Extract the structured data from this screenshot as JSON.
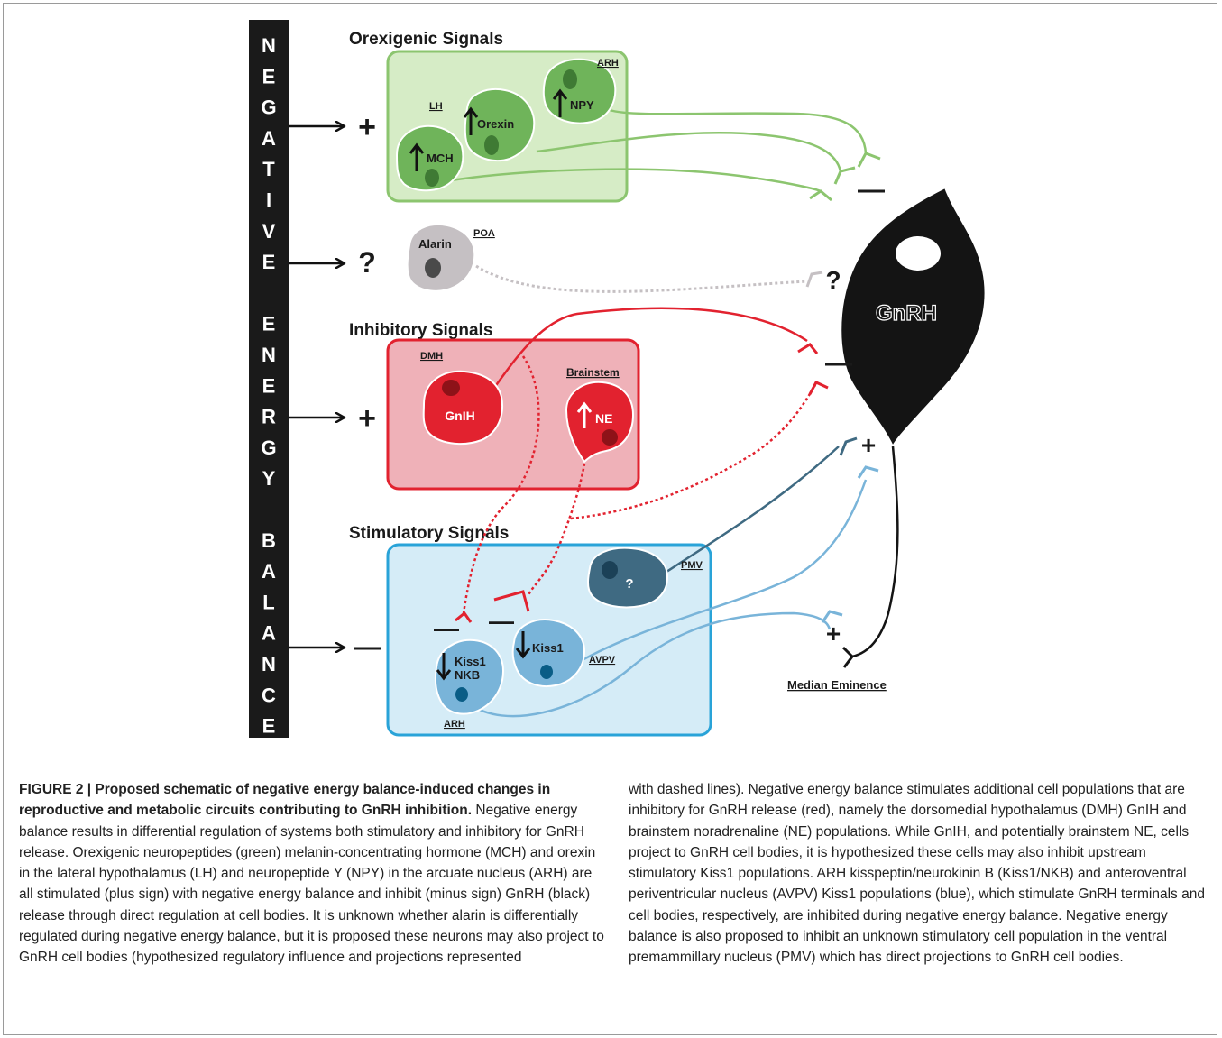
{
  "sidebar_letters": [
    "N",
    "E",
    "G",
    "A",
    "T",
    "I",
    "V",
    "E",
    "",
    "E",
    "N",
    "E",
    "R",
    "G",
    "Y",
    "",
    "B",
    "A",
    "L",
    "A",
    "N",
    "C",
    "E"
  ],
  "groups": {
    "orexigenic": "Orexigenic Signals",
    "inhibitory": "Inhibitory Signals",
    "stimulatory": "Stimulatory Signals"
  },
  "regions": {
    "lh": "LH",
    "arh_top": "ARH",
    "poa": "POA",
    "dmh": "DMH",
    "brainstem": "Brainstem",
    "pmv": "PMV",
    "avpv": "AVPV",
    "arh_bottom": "ARH",
    "median_eminence": "Median Eminence"
  },
  "cells": {
    "mch": "MCH",
    "orexin": "Orexin",
    "npy": "NPY",
    "alarin": "Alarin",
    "gnih": "GnIH",
    "ne": "NE",
    "unknown": "?",
    "kiss1_avpv": "Kiss1",
    "kiss1_arh_line1": "Kiss1",
    "kiss1_arh_line2": "NKB",
    "gnrh": "GnRH"
  },
  "signs": {
    "orexigenic_input": "+",
    "alarin_input": "?",
    "inhibitory_input": "+",
    "stimulatory_input": "—",
    "orexigenic_to_gnrh": "—",
    "alarin_to_gnrh": "?",
    "inhibitory_to_gnrh": "—",
    "pmv_to_gnrh": "+",
    "arh_to_me": "+",
    "inhib_on_arh_kiss": "—",
    "inhib_on_avpv_kiss": "—"
  },
  "colors": {
    "green_fill": "#d6ecc6",
    "green_border": "#8cc56f",
    "green_cell": "#6fb45a",
    "red_fill": "#efb1b8",
    "red_border": "#e2222f",
    "red_cell": "#e2222f",
    "blue_fill": "#d5ecf7",
    "blue_border": "#29a3d8",
    "blue_cell": "#79b4d9",
    "pmv_cell": "#3f6a82",
    "gray_cell": "#c5c0c3",
    "gnrh": "#141414"
  },
  "caption": {
    "figure_label": "FIGURE 2 | Proposed schematic of negative energy balance-induced changes in reproductive and metabolic circuits contributing to GnRH inhibition.",
    "left_text": "Negative energy balance results in differential regulation of systems both stimulatory and inhibitory for GnRH release. Orexigenic neuropeptides (green) melanin-concentrating hormone (MCH) and orexin in the lateral hypothalamus (LH) and neuropeptide Y (NPY) in the arcuate nucleus (ARH) are all stimulated (plus sign) with negative energy balance and inhibit (minus sign) GnRH (black) release through direct regulation at cell bodies. It is unknown whether alarin is differentially regulated during negative energy balance, but it is proposed these neurons may also project to GnRH cell bodies (hypothesized regulatory influence and projections represented",
    "right_text": "with dashed lines). Negative energy balance stimulates additional cell populations that are inhibitory for GnRH release (red), namely the dorsomedial hypothalamus (DMH) GnIH and brainstem noradrenaline (NE) populations. While GnIH, and potentially brainstem NE, cells project to GnRH cell bodies, it is hypothesized these cells may also inhibit upstream stimulatory Kiss1 populations. ARH kisspeptin/neurokinin B (Kiss1/NKB) and anteroventral periventricular nucleus (AVPV) Kiss1 populations (blue), which stimulate GnRH terminals and cell bodies, respectively, are inhibited during negative energy balance. Negative energy balance is also proposed to inhibit an unknown stimulatory cell population in the ventral premammillary nucleus (PMV) which has direct projections to GnRH cell bodies."
  }
}
